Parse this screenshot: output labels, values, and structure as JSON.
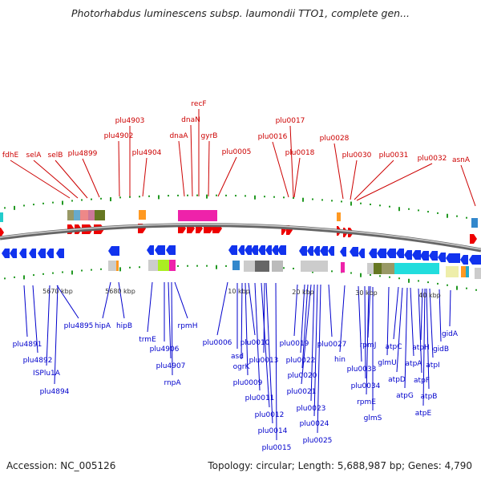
{
  "title": "Photorhabdus luminescens subsp. laumondii TTO1, complete gen...",
  "footer": {
    "accession": "Accession: NC_005126",
    "summary": "Topology: circular; Length: 5,688,987 bp; Genes: 4,790"
  },
  "colors": {
    "top_label": "#cc0000",
    "bottom_label": "#0000cc",
    "forward_arrow": "#ee0000",
    "reverse_arrow": "#1133ee"
  },
  "scale_ticks": [
    "5670 kbp",
    "5680 kbp",
    "10 kbp",
    "20 kbp",
    "30 kbp",
    "40 kbp"
  ],
  "top_labels": [
    "fdhE",
    "selA",
    "selB",
    "plu4899",
    "plu4903",
    "plu4902",
    "plu4904",
    "recF",
    "dnaN",
    "dnaA",
    "gyrB",
    "plu0005",
    "plu0017",
    "plu0016",
    "plu0018",
    "plu0028",
    "plu0030",
    "plu0031",
    "plu0032",
    "asnA"
  ],
  "bottom_labels": [
    "plu4891",
    "plu4892",
    "ISPlu1A",
    "plu4894",
    "plu4895",
    "hipA",
    "hipB",
    "trmE",
    "plu4906",
    "plu4907",
    "rnpA",
    "rpmH",
    "plu0006",
    "asd",
    "ogrK",
    "plu0010",
    "plu0009",
    "plu0013",
    "plu0011",
    "plu0012",
    "plu0014",
    "plu0015",
    "plu0019",
    "plu0022",
    "plu0020",
    "plu0021",
    "plu0023",
    "plu0024",
    "plu0025",
    "plu0027",
    "hin",
    "rpmJ",
    "plu0033",
    "plu0034",
    "rpmE",
    "glmS",
    "atpC",
    "glmU",
    "atpD",
    "atpA",
    "atpG",
    "atpH",
    "atpI",
    "atpF",
    "atpB",
    "atpE",
    "gidB",
    "gidA"
  ]
}
